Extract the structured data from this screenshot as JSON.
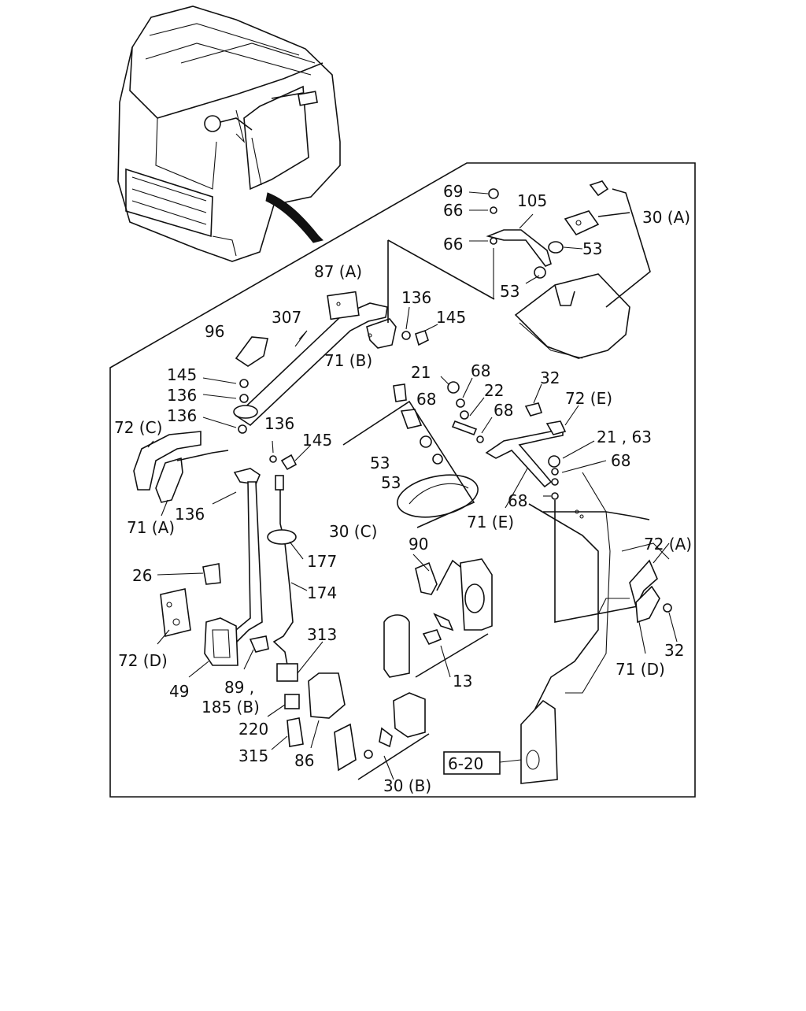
{
  "figure": {
    "type": "exploded parts diagram",
    "subject": "truck cab mirrors and mirror stays",
    "labels": [
      {
        "id": "l69",
        "text": "69"
      },
      {
        "id": "l66a",
        "text": "66"
      },
      {
        "id": "l105",
        "text": "105"
      },
      {
        "id": "l30A",
        "text": "30 (A)"
      },
      {
        "id": "l66b",
        "text": "66"
      },
      {
        "id": "l53a",
        "text": "53"
      },
      {
        "id": "l53b",
        "text": "53"
      },
      {
        "id": "l87A",
        "text": "87 (A)"
      },
      {
        "id": "l307",
        "text": "307"
      },
      {
        "id": "l136a",
        "text": "136"
      },
      {
        "id": "l145a",
        "text": "145"
      },
      {
        "id": "l96",
        "text": "96"
      },
      {
        "id": "l71B",
        "text": "71 (B)"
      },
      {
        "id": "l21",
        "text": "21"
      },
      {
        "id": "l68a",
        "text": "68"
      },
      {
        "id": "l32a",
        "text": "32"
      },
      {
        "id": "l72E",
        "text": "72 (E)"
      },
      {
        "id": "l145b",
        "text": "145"
      },
      {
        "id": "l136b",
        "text": "136"
      },
      {
        "id": "l68b",
        "text": "68"
      },
      {
        "id": "l22",
        "text": "22"
      },
      {
        "id": "l68c",
        "text": "68"
      },
      {
        "id": "l136c",
        "text": "136"
      },
      {
        "id": "l136d",
        "text": "136"
      },
      {
        "id": "l145c",
        "text": "145"
      },
      {
        "id": "l2163",
        "text": "21 , 63"
      },
      {
        "id": "l72C",
        "text": "72 (C)"
      },
      {
        "id": "l53c",
        "text": "53"
      },
      {
        "id": "l68d",
        "text": "68"
      },
      {
        "id": "l53d",
        "text": "53"
      },
      {
        "id": "l136e",
        "text": "136"
      },
      {
        "id": "l71A",
        "text": "71 (A)"
      },
      {
        "id": "l30C",
        "text": "30 (C)"
      },
      {
        "id": "l71E",
        "text": "71 (E)"
      },
      {
        "id": "l68e",
        "text": "68"
      },
      {
        "id": "l72A",
        "text": "72 (A)"
      },
      {
        "id": "l90",
        "text": "90"
      },
      {
        "id": "l177",
        "text": "177"
      },
      {
        "id": "l26",
        "text": "26"
      },
      {
        "id": "l174",
        "text": "174"
      },
      {
        "id": "l313",
        "text": "313"
      },
      {
        "id": "l32b",
        "text": "32"
      },
      {
        "id": "l72D",
        "text": "72 (D)"
      },
      {
        "id": "l71D",
        "text": "71 (D)"
      },
      {
        "id": "l13",
        "text": "13"
      },
      {
        "id": "l49",
        "text": "49"
      },
      {
        "id": "l89",
        "text": "89 ,"
      },
      {
        "id": "l185B",
        "text": "185 (B)"
      },
      {
        "id": "l220",
        "text": "220"
      },
      {
        "id": "l315",
        "text": "315"
      },
      {
        "id": "l86",
        "text": "86"
      },
      {
        "id": "l620",
        "text": "6-20"
      },
      {
        "id": "l30B",
        "text": "30 (B)"
      }
    ]
  }
}
